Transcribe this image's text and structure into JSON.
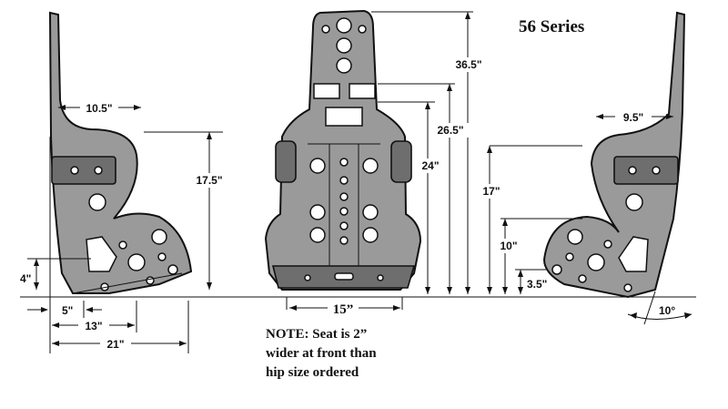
{
  "title": "56 Series",
  "note": {
    "line1": "NOTE:  Seat is 2”",
    "line2": "wider at front than",
    "line3": "hip size ordered"
  },
  "left_view": {
    "shoulder_width": "10.5\"",
    "height": "17.5\"",
    "seat_height": "4\"",
    "depth_a": "5\"",
    "depth_b": "13\"",
    "depth_c": "21\""
  },
  "front_view": {
    "width": "15”",
    "total_height": "36.5\"",
    "height_b": "26.5\"",
    "height_c": "24\""
  },
  "right_view": {
    "width": "9.5\"",
    "height_a": "17\"",
    "height_b": "10\"",
    "height_c": "3.5\"",
    "angle": "10°"
  }
}
